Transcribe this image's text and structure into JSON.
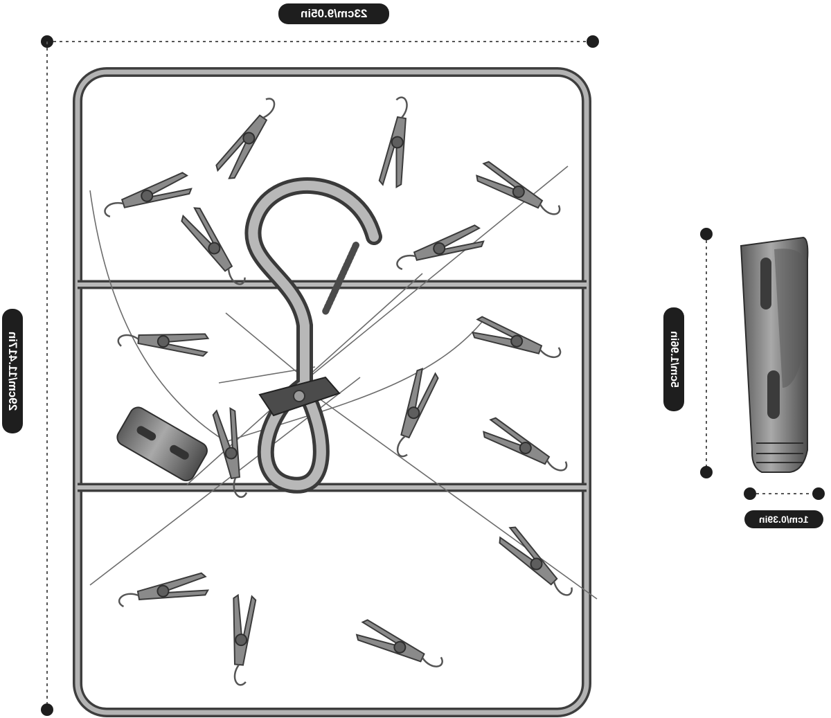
{
  "dimensions": {
    "width": "23cm/9.05in",
    "height": "29cm/11.417in",
    "clip_height": "5cm/1.96in",
    "clip_width": "1cm/0.39in"
  },
  "colors": {
    "frame": "#8e8e8e",
    "frame_dark": "#4a4a4a",
    "clip": "#7a7a7a",
    "clip_dark": "#3a3a3a",
    "label_bg": "#1e1e1e",
    "label_text": "#ffffff",
    "dimension_line": "#555555"
  },
  "icons": [
    "hanger-frame",
    "s-hook",
    "clothespin-clip"
  ]
}
